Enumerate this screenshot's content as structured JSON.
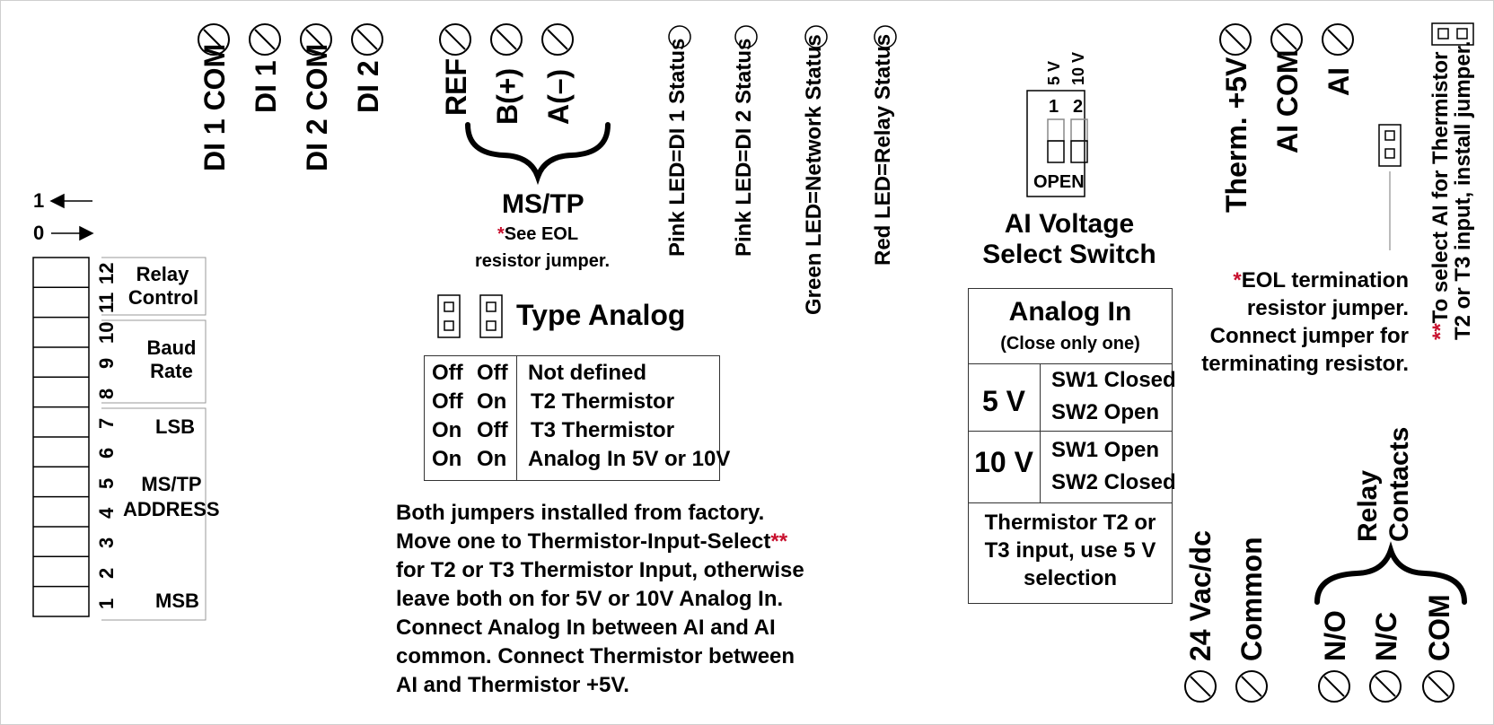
{
  "terminals_top_left": {
    "di1_com": "DI 1 COM",
    "di1": "DI 1",
    "di2_com": "DI 2 COM",
    "di2": "DI 2"
  },
  "mstp": {
    "ref": "REF",
    "b_plus": "B(+)",
    "a_minus": "A(–)",
    "title": "MS/TP",
    "star": "*",
    "note_line1": "See EOL",
    "note_line2": "resistor jumper."
  },
  "leds": {
    "pink1": "Pink LED=DI 1 Status",
    "pink2": "Pink LED=DI 2 Status",
    "green": "Green LED=Network Status",
    "red": "Red LED=Relay Status"
  },
  "dip": {
    "arrow_1": "1",
    "arrow_0": "0",
    "numbers": [
      "12",
      "11",
      "10",
      "9",
      "8",
      "7",
      "6",
      "5",
      "4",
      "3",
      "2",
      "1"
    ],
    "relay_control_1": "Relay",
    "relay_control_2": "Control",
    "baud_rate_1": "Baud",
    "baud_rate_2": "Rate",
    "lsb": "LSB",
    "mstp_address_1": "MS/TP",
    "mstp_address_2": "ADDRESS",
    "msb": "MSB"
  },
  "type_analog": {
    "title": "Type Analog",
    "rows": [
      [
        "Off",
        "Off",
        "Not defined"
      ],
      [
        "Off",
        "On",
        "T2 Thermistor"
      ],
      [
        "On",
        "Off",
        "T3 Thermistor"
      ],
      [
        "On",
        "On",
        "Analog In 5V or 10V"
      ]
    ],
    "note_lines": [
      "Both jumpers installed from factory.",
      "Move one to Thermistor-Input-Select",
      "for T2 or T3 Thermistor Input, otherwise",
      "leave both on for 5V or 10V Analog In.",
      "Connect Analog In between AI and AI",
      "common. Connect Thermistor between",
      "AI and Thermistor +5V."
    ],
    "note_star": "**"
  },
  "ai_switch": {
    "label_5v": "5 V",
    "label_10v": "10 V",
    "pos1": "1",
    "pos2": "2",
    "open": "OPEN",
    "title_1": "AI Voltage",
    "title_2": "Select Switch"
  },
  "analog_in_table": {
    "title": "Analog In",
    "subtitle": "(Close only one)",
    "v5": "5 V",
    "v5_sw1": "SW1 Closed",
    "v5_sw2": "SW2 Open",
    "v10": "10 V",
    "v10_sw1": "SW1 Open",
    "v10_sw2": "SW2 Closed",
    "footer_1": "Thermistor T2 or",
    "footer_2": "T3 input, use 5 V",
    "footer_3": "selection"
  },
  "terminals_top_right": {
    "therm": "Therm. +5V",
    "ai_com": "AI COM",
    "ai": "AI"
  },
  "eol": {
    "star": "*",
    "line1": "EOL termination",
    "line2": "resistor jumper.",
    "line3": "Connect jumper for",
    "line4": "terminating resistor."
  },
  "thermistor_jumper_note": {
    "star": "**",
    "line1": "To select AI for Thermistor",
    "line2": "T2 or T3 input, install jumper."
  },
  "power": {
    "vac": "24 Vac/dc",
    "common": "Common"
  },
  "relay": {
    "title_1": "Relay",
    "title_2": "Contacts",
    "no": "N/O",
    "nc": "N/C",
    "com": "COM"
  },
  "colors": {
    "accent_red": "#c8102e",
    "line": "#333333"
  }
}
